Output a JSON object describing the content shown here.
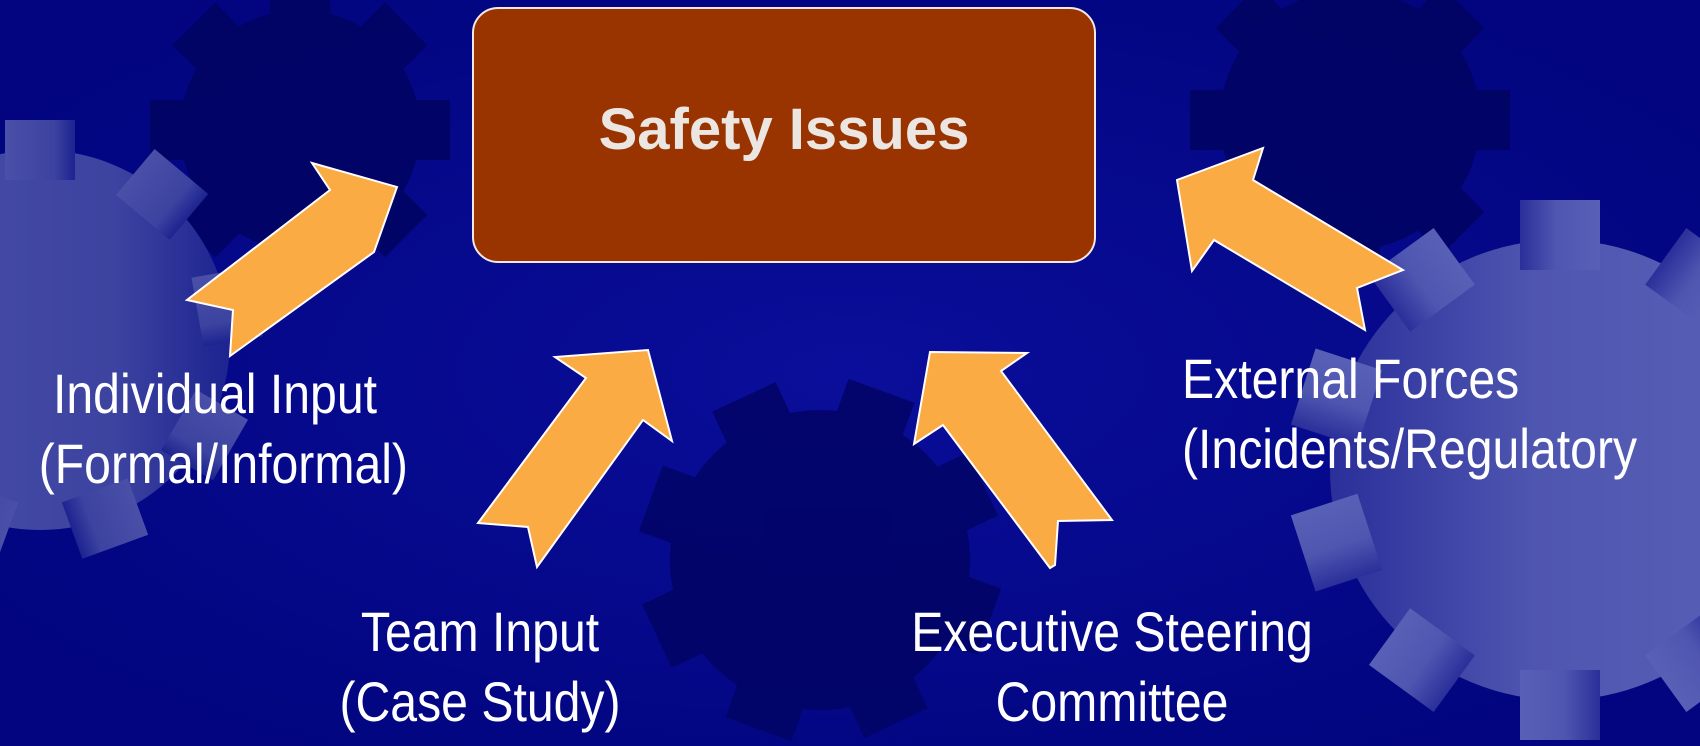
{
  "colors": {
    "background": "#02057f",
    "box_fill": "#993300",
    "arrow_fill": "#fbab44",
    "text": "#ffffff"
  },
  "diagram": {
    "center": {
      "title": "Safety Issues"
    },
    "inputs": [
      {
        "line1": "Individual Input",
        "line2": "(Formal/Informal)"
      },
      {
        "line1": "Team Input",
        "line2": "(Case Study)"
      },
      {
        "line1": "Executive Steering",
        "line2": "Committee"
      },
      {
        "line1": "External Forces",
        "line2": "(Incidents/Regulatory"
      }
    ]
  }
}
